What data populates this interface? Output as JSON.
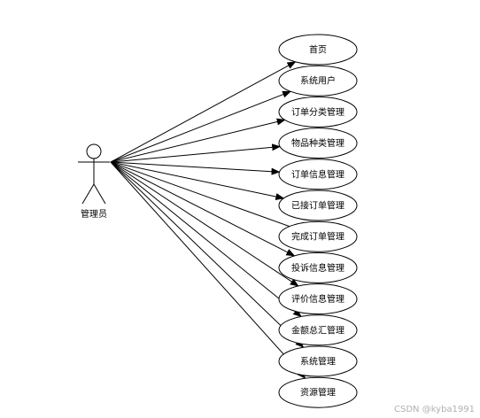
{
  "actor": {
    "label": "管理员"
  },
  "use_cases": [
    {
      "label": "首页",
      "arrow": true
    },
    {
      "label": "系统用户",
      "arrow": true
    },
    {
      "label": "订单分类管理",
      "arrow": true
    },
    {
      "label": "物品种类管理",
      "arrow": true
    },
    {
      "label": "订单信息管理",
      "arrow": true
    },
    {
      "label": "已接订单管理",
      "arrow": true
    },
    {
      "label": "完成订单管理",
      "arrow": false
    },
    {
      "label": "投诉信息管理",
      "arrow": true
    },
    {
      "label": "评价信息管理",
      "arrow": true
    },
    {
      "label": "金额总汇管理",
      "arrow": true
    },
    {
      "label": "系统管理",
      "arrow": true
    },
    {
      "label": "资源管理",
      "arrow": true
    }
  ],
  "watermark": "CSDN @kyba1991"
}
